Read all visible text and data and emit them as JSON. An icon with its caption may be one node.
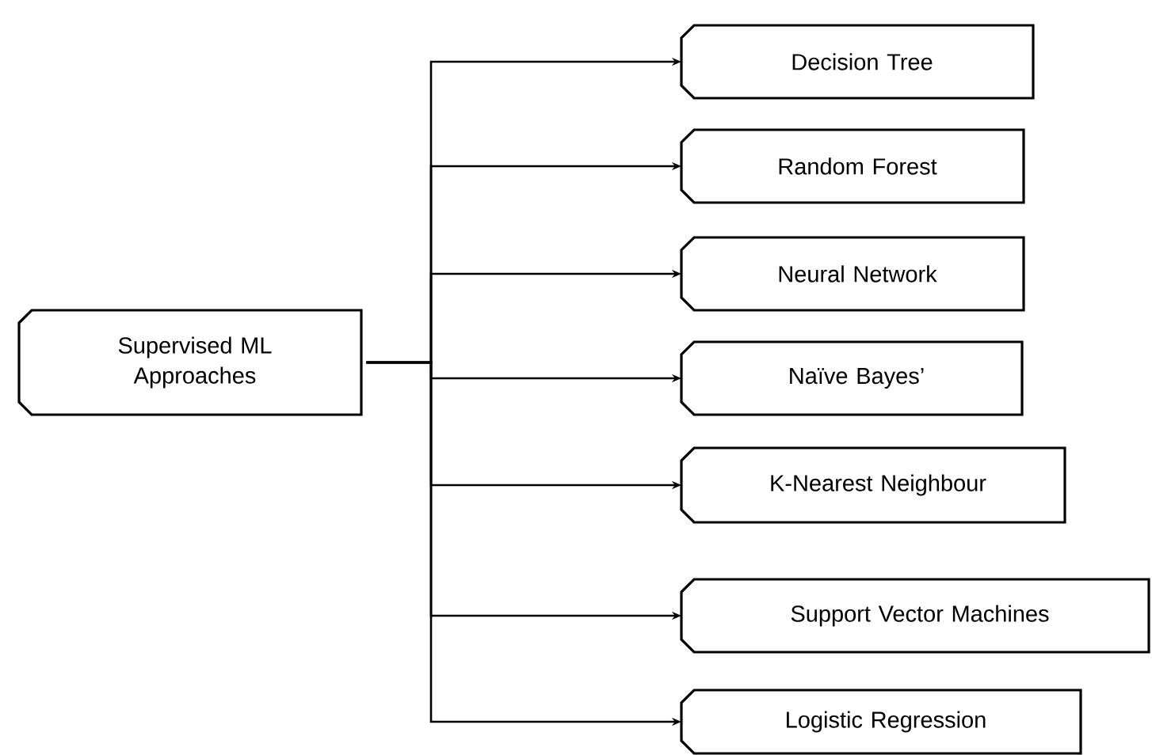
{
  "diagram": {
    "nodes": [
      {
        "text": [
          "Supervised ML Approaches"
        ]
      },
      {
        "text": [
          "Decision Tree"
        ]
      },
      {
        "text": [
          "Random Forest"
        ]
      },
      {
        "text": [
          "Neural Network"
        ]
      },
      {
        "text": [
          "Naïve Bayes’"
        ]
      },
      {
        "text": [
          "K-Nearest Neighbour"
        ]
      },
      {
        "text": [
          "Support Vector Machines"
        ]
      },
      {
        "text": [
          "Logistic Regression"
        ]
      }
    ],
    "edges": [
      {
        "from": 0,
        "to": 1,
        "arrow": "to"
      },
      {
        "from": 0,
        "to": 2,
        "arrow": "to"
      },
      {
        "from": 0,
        "to": 3,
        "arrow": "to"
      },
      {
        "from": 0,
        "to": 4,
        "arrow": "to"
      },
      {
        "from": 0,
        "to": 5,
        "arrow": "to"
      },
      {
        "from": 0,
        "to": 6,
        "arrow": "to"
      },
      {
        "from": 0,
        "to": 7,
        "arrow": "to"
      }
    ]
  }
}
